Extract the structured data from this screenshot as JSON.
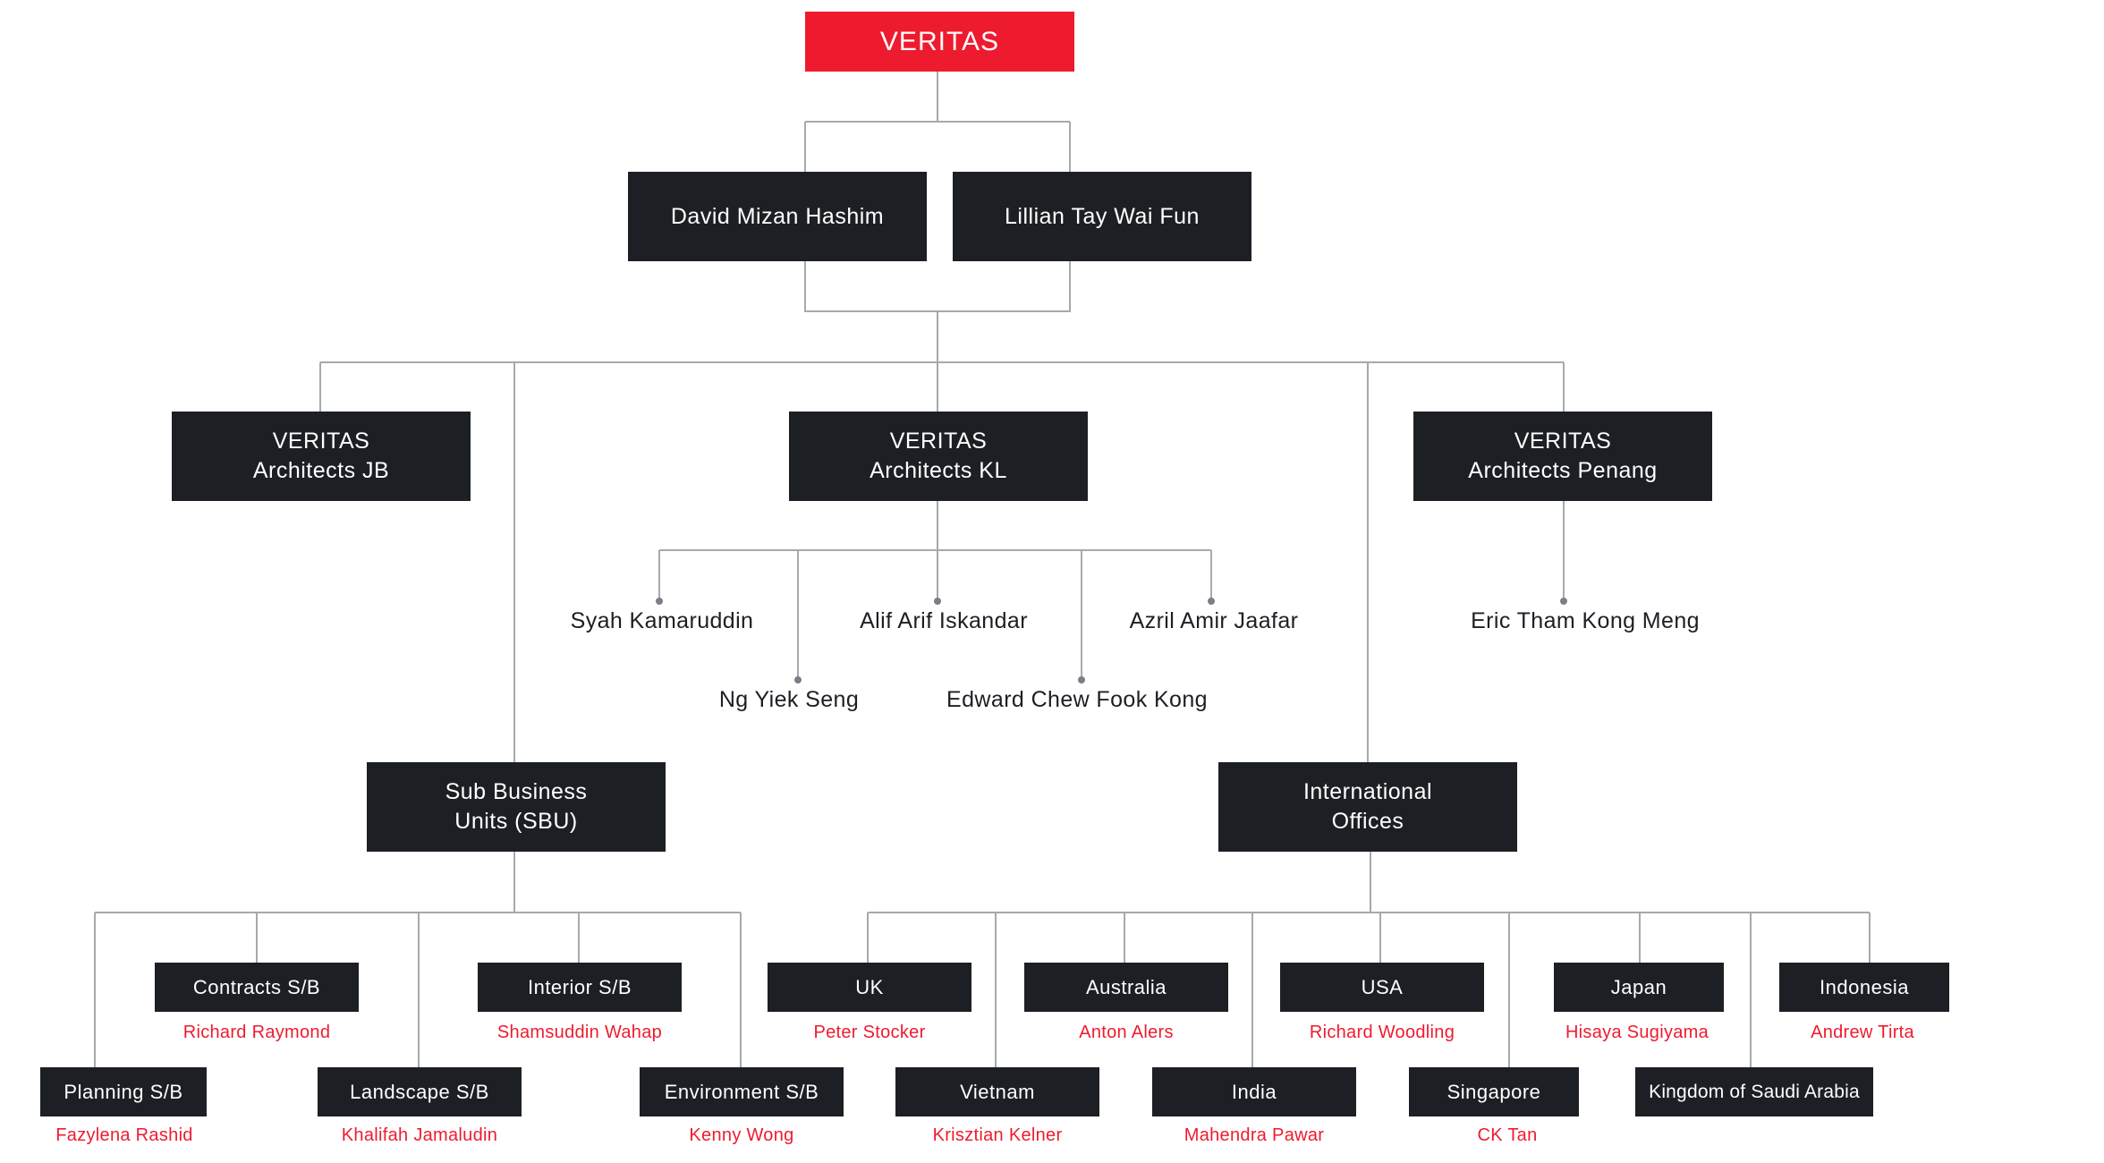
{
  "root": "VERITAS",
  "founders": [
    "David Mizan Hashim",
    "Lillian Tay Wai Fun"
  ],
  "offices": {
    "jb": {
      "line1": "VERITAS",
      "line2": "Architects JB"
    },
    "kl": {
      "line1": "VERITAS",
      "line2": "Architects KL"
    },
    "penang": {
      "line1": "VERITAS",
      "line2": "Architects Penang"
    }
  },
  "kl_people": [
    "Syah Kamaruddin",
    "Ng Yiek Seng",
    "Alif Arif Iskandar",
    "Edward Chew Fook Kong",
    "Azril Amir Jaafar"
  ],
  "penang_people": [
    "Eric Tham Kong Meng"
  ],
  "sbu": {
    "line1": "Sub Business",
    "line2": "Units (SBU)",
    "units": [
      {
        "name": "Planning S/B",
        "head": "Fazylena Rashid"
      },
      {
        "name": "Contracts S/B",
        "head": "Richard Raymond"
      },
      {
        "name": "Landscape S/B",
        "head": "Khalifah Jamaludin"
      },
      {
        "name": "Interior S/B",
        "head": "Shamsuddin Wahap"
      },
      {
        "name": "Environment S/B",
        "head": "Kenny Wong"
      }
    ]
  },
  "international": {
    "line1": "International",
    "line2": "Offices",
    "units": [
      {
        "name": "UK",
        "head": "Peter Stocker"
      },
      {
        "name": "Vietnam",
        "head": "Krisztian Kelner"
      },
      {
        "name": "Australia",
        "head": "Anton Alers"
      },
      {
        "name": "India",
        "head": "Mahendra Pawar"
      },
      {
        "name": "USA",
        "head": "Richard Woodling"
      },
      {
        "name": "Singapore",
        "head": "CK Tan"
      },
      {
        "name": "Japan",
        "head": "Hisaya Sugiyama"
      },
      {
        "name": "Kingdom of Saudi Arabia",
        "head": ""
      },
      {
        "name": "Indonesia",
        "head": "Andrew Tirta"
      }
    ]
  },
  "colors": {
    "accent": "#ee1b2f",
    "box": "#1c1f24",
    "line": "#a6a9ad",
    "text": "#1c1f24"
  }
}
